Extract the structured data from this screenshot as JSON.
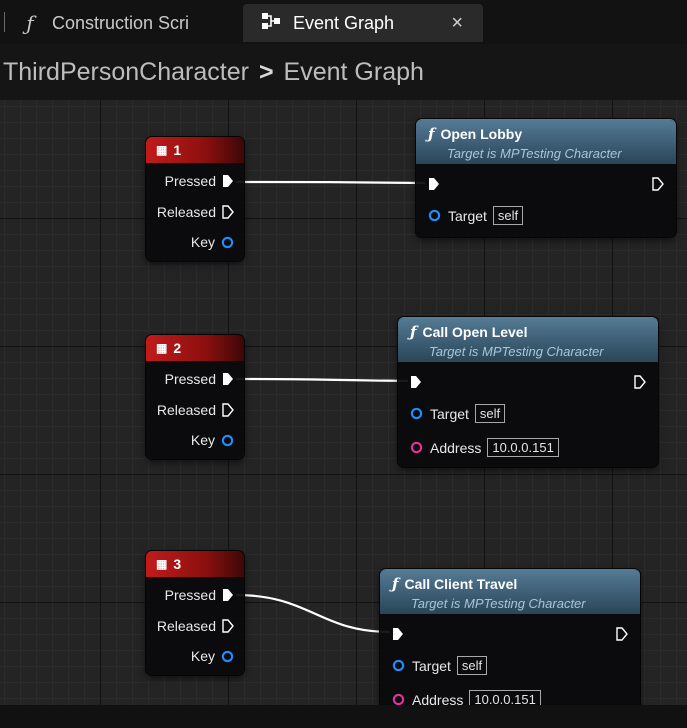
{
  "tabs": [
    {
      "label": "Construction Scri",
      "icon": "function-icon"
    },
    {
      "label": "Event Graph",
      "icon": "event-graph-icon",
      "close": "×"
    }
  ],
  "breadcrumb": {
    "root": "ThirdPersonCharacter",
    "separator": ">",
    "current": "Event Graph"
  },
  "key_nodes": [
    {
      "key": "1",
      "pins": [
        "Pressed",
        "Released",
        "Key"
      ]
    },
    {
      "key": "2",
      "pins": [
        "Pressed",
        "Released",
        "Key"
      ]
    },
    {
      "key": "3",
      "pins": [
        "Pressed",
        "Released",
        "Key"
      ]
    }
  ],
  "function_nodes": [
    {
      "title": "Open Lobby",
      "subtitle": "Target is MPTesting Character",
      "target_label": "Target",
      "target_value": "self"
    },
    {
      "title": "Call Open Level",
      "subtitle": "Target is MPTesting Character",
      "target_label": "Target",
      "target_value": "self",
      "address_label": "Address",
      "address_value": "10.0.0.151"
    },
    {
      "title": "Call Client Travel",
      "subtitle": "Target is MPTesting Character",
      "target_label": "Target",
      "target_value": "self",
      "address_label": "Address",
      "address_value": "10.0.0.151"
    }
  ],
  "colors": {
    "key_header": "#c11b1b",
    "function_header": "#3c5d74",
    "object_pin": "#1e90ff",
    "string_pin": "#e0359b",
    "exec_pin": "#ffffff"
  }
}
